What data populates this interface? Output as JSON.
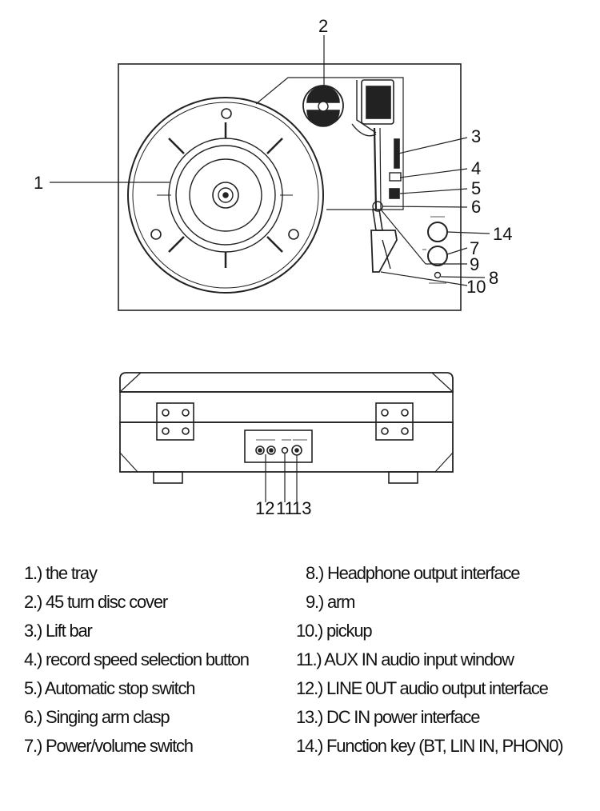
{
  "callouts": [
    "1",
    "2",
    "3",
    "4",
    "5",
    "6",
    "7",
    "8",
    "9",
    "10",
    "11",
    "12",
    "13",
    "14"
  ],
  "legend": {
    "left": [
      "1.) the tray",
      "2.) 45 turn disc cover",
      "3.) Lift bar",
      "4.) record speed selection button",
      "5.) Automatic stop switch",
      "6.) Singing arm clasp",
      "7.) Power/volume switch"
    ],
    "right": [
      "8.) Headphone output interface",
      "9.) arm",
      "10.) pickup",
      "11.) AUX IN audio input window",
      "12.) LINE 0UT audio output interface",
      "13.) DC IN power interface",
      "14.) Function key (BT, LIN IN, PHON0)"
    ]
  }
}
